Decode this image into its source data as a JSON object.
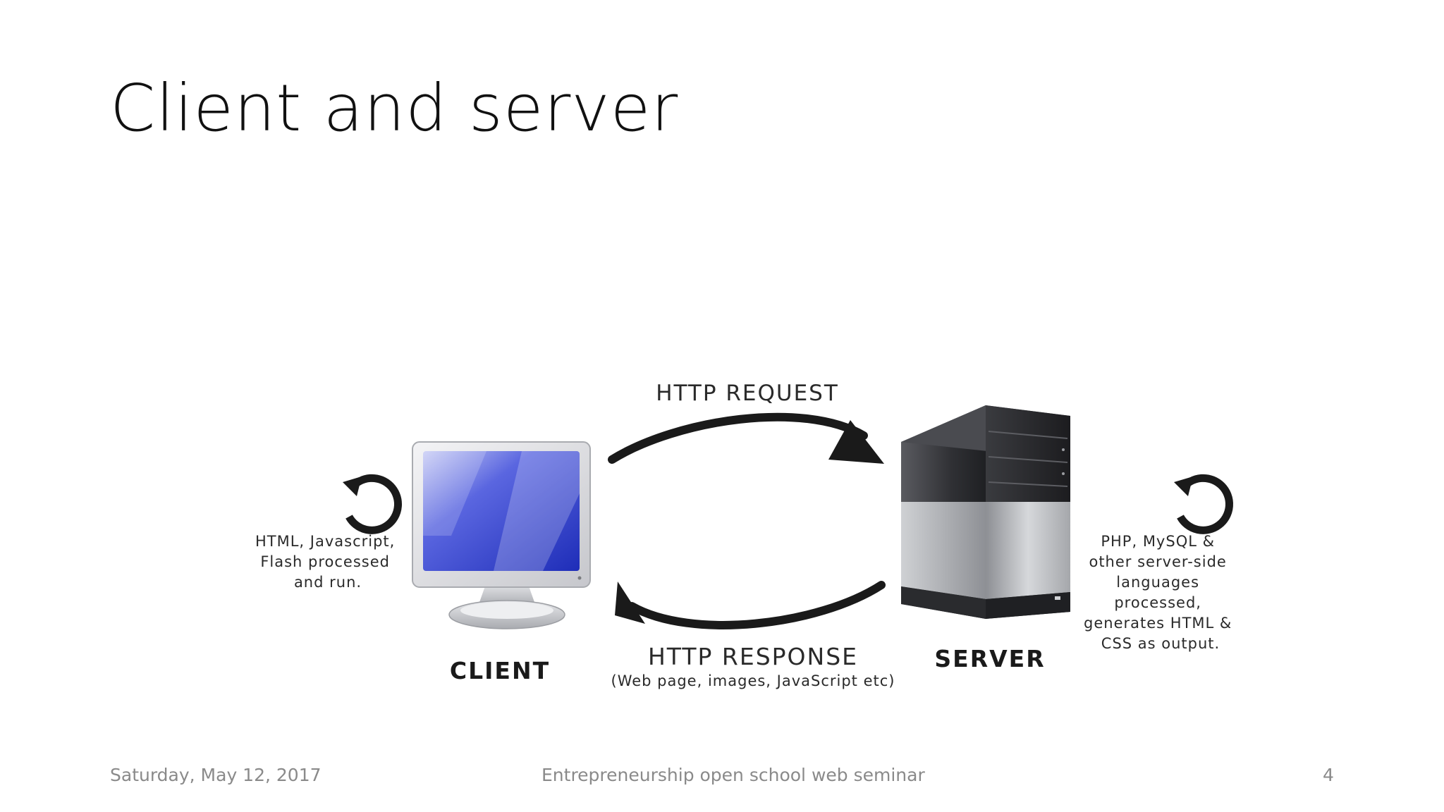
{
  "slide": {
    "title": "Client and server"
  },
  "diagram": {
    "request_label": "HTTP REQUEST",
    "response_label": "HTTP RESPONSE",
    "response_sublabel": "(Web page, images, JavaScript etc)",
    "client": {
      "label": "CLIENT",
      "note_lines": [
        "HTML, Javascript,",
        "Flash processed",
        "and run."
      ]
    },
    "server": {
      "label": "SERVER",
      "note_lines": [
        "PHP, MySQL &",
        "other server-side",
        "languages",
        "processed,",
        "generates HTML &",
        "CSS as output."
      ]
    },
    "icons": {
      "monitor": "monitor-icon",
      "tower": "server-tower-icon",
      "refresh": "refresh-cycle-icon",
      "arrow": "curved-arrow-icon"
    },
    "colors": {
      "screen_blue": "#2d3fd0",
      "arrow_black": "#1a1a1a",
      "tower_dark": "#2b2b2e",
      "tower_silver": "#b8babd"
    }
  },
  "footer": {
    "date": "Saturday, May 12, 2017",
    "center_text": "Entrepreneurship open school web seminar",
    "page_number": "4"
  }
}
